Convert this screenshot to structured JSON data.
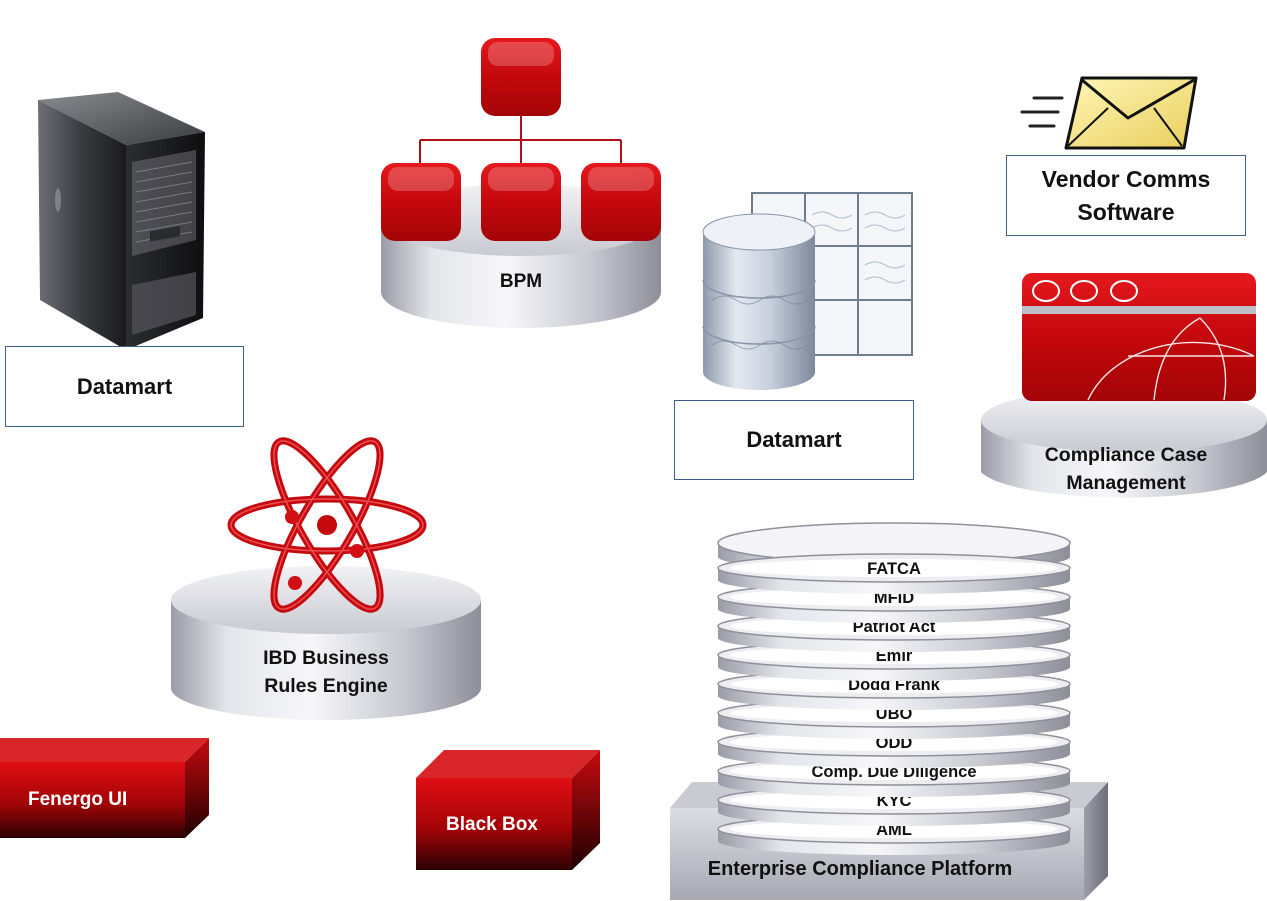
{
  "nodes": {
    "bpm": "BPM",
    "datamart_left": "Datamart",
    "datamart_center": "Datamart",
    "vendor_comms": [
      "Vendor Comms",
      "Software"
    ],
    "compliance_case": [
      "Compliance Case",
      "Management"
    ],
    "rules_engine": [
      "IBD Business",
      "Rules Engine"
    ],
    "fenergo_ui": "Fenergo UI",
    "black_box": "Black Box",
    "enterprise_platform": "Enterprise Compliance Platform"
  },
  "stack_layers": [
    "FATCA",
    "MFID",
    "Patriot Act",
    "Emir",
    "Dodd Frank",
    "UBO",
    "ODD",
    "Comp. Due Diligence",
    "KYC",
    "AML"
  ],
  "colors": {
    "red": "#d30f14",
    "dark_red": "#8a0508",
    "box_border": "#3f5e8c",
    "silver": "#c7c8d0"
  }
}
